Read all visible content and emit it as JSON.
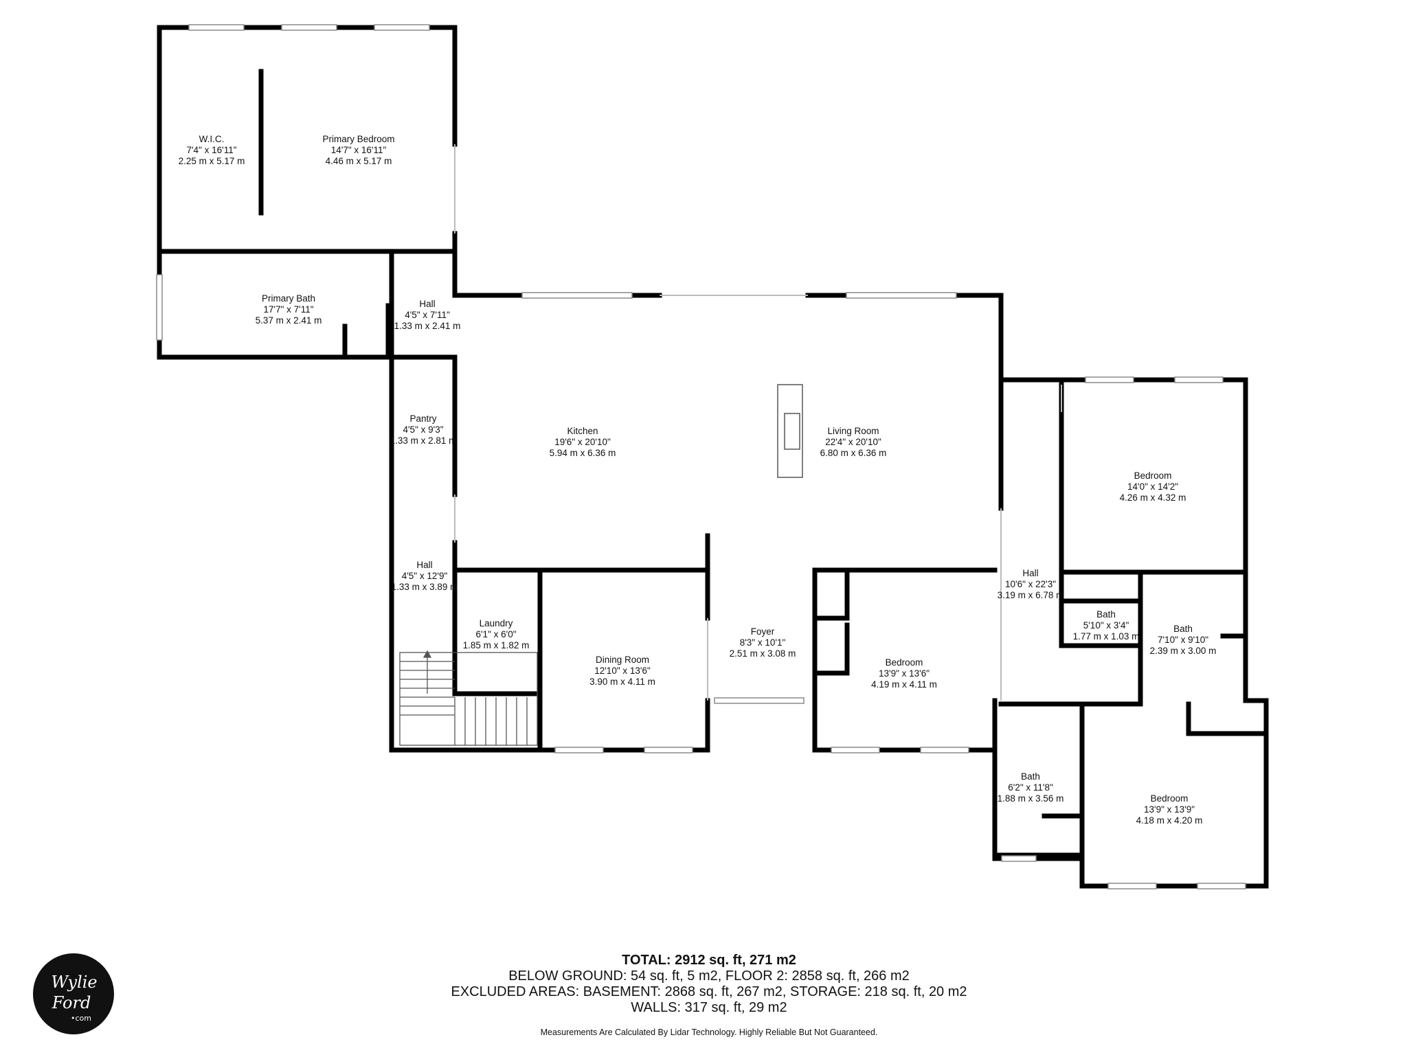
{
  "rooms": [
    {
      "id": "wic",
      "name": "W.I.C.",
      "dim_imperial": "7'4\" x 16'11\"",
      "dim_metric": "2.25 m x 5.17 m"
    },
    {
      "id": "primary-bedroom",
      "name": "Primary Bedroom",
      "dim_imperial": "14'7\" x 16'11\"",
      "dim_metric": "4.46 m x 5.17 m"
    },
    {
      "id": "primary-bath",
      "name": "Primary Bath",
      "dim_imperial": "17'7\" x 7'11\"",
      "dim_metric": "5.37 m x 2.41 m"
    },
    {
      "id": "hall-1",
      "name": "Hall",
      "dim_imperial": "4'5\" x 7'11\"",
      "dim_metric": "1.33 m x 2.41 m"
    },
    {
      "id": "pantry",
      "name": "Pantry",
      "dim_imperial": "4'5\" x 9'3\"",
      "dim_metric": "1.33 m x 2.81 m"
    },
    {
      "id": "kitchen",
      "name": "Kitchen",
      "dim_imperial": "19'6\" x 20'10\"",
      "dim_metric": "5.94 m x 6.36 m"
    },
    {
      "id": "living-room",
      "name": "Living Room",
      "dim_imperial": "22'4\" x 20'10\"",
      "dim_metric": "6.80 m x 6.36 m"
    },
    {
      "id": "hall-2",
      "name": "Hall",
      "dim_imperial": "4'5\" x 12'9\"",
      "dim_metric": "1.33 m x 3.89 m"
    },
    {
      "id": "laundry",
      "name": "Laundry",
      "dim_imperial": "6'1\" x 6'0\"",
      "dim_metric": "1.85 m x 1.82 m"
    },
    {
      "id": "dining-room",
      "name": "Dining Room",
      "dim_imperial": "12'10\" x 13'6\"",
      "dim_metric": "3.90 m x 4.11 m"
    },
    {
      "id": "foyer",
      "name": "Foyer",
      "dim_imperial": "8'3\" x 10'1\"",
      "dim_metric": "2.51 m x 3.08 m"
    },
    {
      "id": "bedroom-center",
      "name": "Bedroom",
      "dim_imperial": "13'9\" x 13'6\"",
      "dim_metric": "4.19 m x 4.11 m"
    },
    {
      "id": "hall-3",
      "name": "Hall",
      "dim_imperial": "10'6\" x 22'3\"",
      "dim_metric": "3.19 m x 6.78 m"
    },
    {
      "id": "bedroom-ne",
      "name": "Bedroom",
      "dim_imperial": "14'0\" x 14'2\"",
      "dim_metric": "4.26 m x 4.32 m"
    },
    {
      "id": "bath-small",
      "name": "Bath",
      "dim_imperial": "5'10\" x 3'4\"",
      "dim_metric": "1.77 m x 1.03 m"
    },
    {
      "id": "bath-mid",
      "name": "Bath",
      "dim_imperial": "7'10\" x 9'10\"",
      "dim_metric": "2.39 m x 3.00 m"
    },
    {
      "id": "bath-lower",
      "name": "Bath",
      "dim_imperial": "6'2\" x 11'8\"",
      "dim_metric": "1.88 m x 3.56 m"
    },
    {
      "id": "bedroom-se",
      "name": "Bedroom",
      "dim_imperial": "13'9\" x 13'9\"",
      "dim_metric": "4.18 m x 4.20 m"
    }
  ],
  "summary": {
    "total": "TOTAL: 2912 sq. ft, 271 m2",
    "below_ground": "BELOW GROUND: 54 sq. ft, 5 m2, FLOOR 2: 2858 sq. ft, 266 m2",
    "excluded": "EXCLUDED AREAS: BASEMENT: 2868 sq. ft, 267 m2, STORAGE: 218 sq. ft, 20 m2",
    "walls": "WALLS: 317 sq. ft, 29 m2"
  },
  "disclaimer": "Measurements Are Calculated By Lidar Technology. Highly Reliable But Not Guaranteed.",
  "logo": {
    "line1": "Wylie",
    "line2": "Ford",
    "line3": "•com"
  },
  "colors": {
    "wall": "#000000",
    "window": "#9a9a9a",
    "background": "#ffffff",
    "logo_bg": "#111111",
    "logo_fg": "#ffffff"
  }
}
